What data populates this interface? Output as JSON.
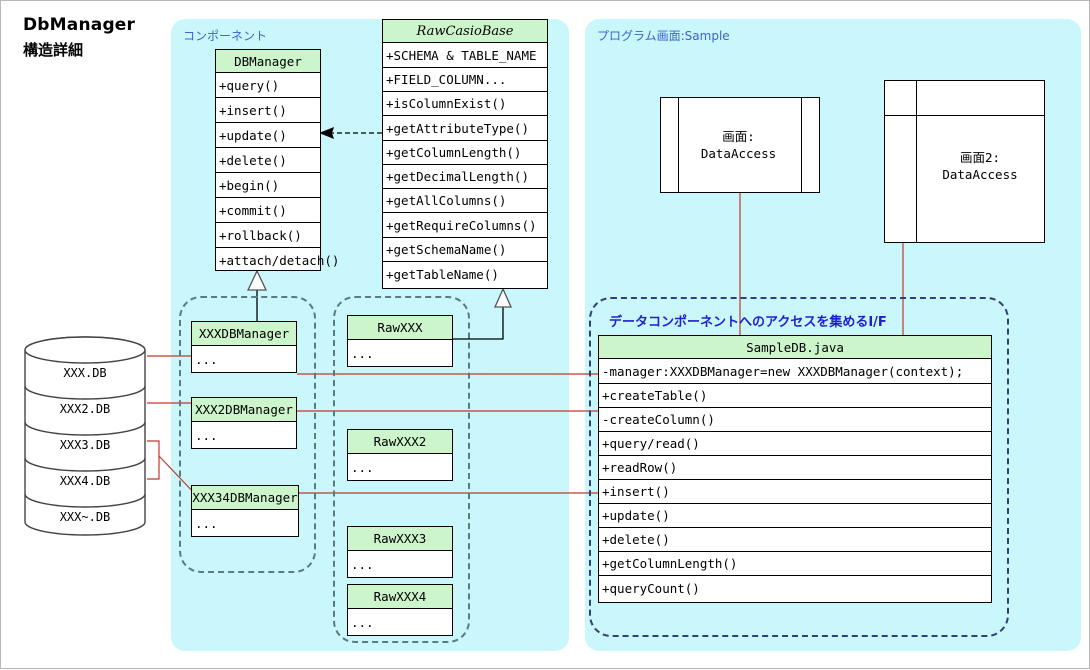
{
  "title": {
    "main": "DbManager",
    "sub": "構造詳細"
  },
  "panels": {
    "component": {
      "label": "コンポーネント"
    },
    "program": {
      "label": "プログラム画面:Sample"
    },
    "iface": {
      "label": "データコンポーネントへのアクセスを集めるI/F"
    }
  },
  "classes": {
    "db_manager": {
      "name": "DBManager",
      "members": [
        "+query()",
        "+insert()",
        "+update()",
        "+delete()",
        "+begin()",
        "+commit()",
        "+rollback()",
        "+attach/detach()"
      ]
    },
    "raw_casio_base": {
      "name": "RawCasioBase",
      "abstract": true,
      "members": [
        "+SCHEMA & TABLE_NAME",
        "+FIELD_COLUMN...",
        "+isColumnExist()",
        "+getAttributeType()",
        "+getColumnLength()",
        "+getDecimalLength()",
        "+getAllColumns()",
        "+getRequireColumns()",
        "+getSchemaName()",
        "+getTableName()"
      ]
    },
    "sample_db": {
      "name": "SampleDB.java",
      "members": [
        "-manager:XXXDBManager=new XXXDBManager(context);",
        "+createTable()",
        "-createColumn()",
        "+query/read()",
        "+readRow()",
        "+insert()",
        "+update()",
        "+delete()",
        "+getColumnLength()",
        "+queryCount()"
      ]
    },
    "managers": [
      {
        "name": "XXXDBManager",
        "body": "..."
      },
      {
        "name": "XXX2DBManager",
        "body": "..."
      },
      {
        "name": "XXX34DBManager",
        "body": "..."
      }
    ],
    "raws": [
      {
        "name": "RawXXX",
        "body": "..."
      },
      {
        "name": "RawXXX2",
        "body": "..."
      },
      {
        "name": "RawXXX3",
        "body": "..."
      },
      {
        "name": "RawXXX4",
        "body": "..."
      }
    ]
  },
  "database": {
    "segments": [
      "XXX.DB",
      "XXX2.DB",
      "XXX3.DB",
      "XXX4.DB",
      "XXX~.DB"
    ]
  },
  "screens": [
    {
      "line1": "画面:",
      "line2": "DataAccess"
    },
    {
      "line1": "画面2:",
      "line2": "DataAccess"
    }
  ],
  "colors": {
    "panel_bg": "#c9f7fb",
    "class_header": "#cdf5cb",
    "connector_red": "#c0392b",
    "panel_label": "#3c64d0",
    "iface_label": "#2020d0",
    "dash_border": "#5a7a86"
  }
}
